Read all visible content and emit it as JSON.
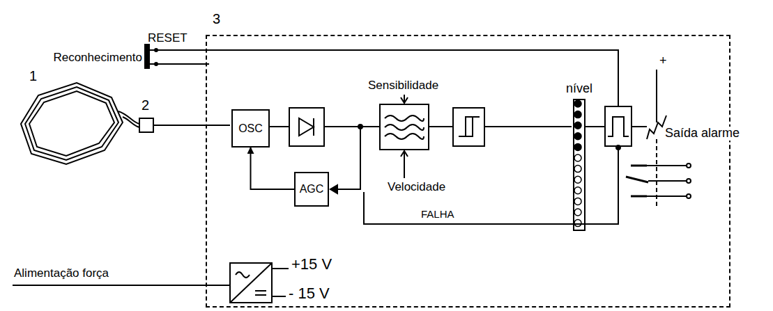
{
  "diagram": {
    "nodes": [
      {
        "text": [
          "3"
        ]
      },
      {
        "text": [
          "OSC"
        ],
        "in": 0
      },
      {
        "text": [
          "AGC"
        ],
        "in": 0
      },
      {
        "text": [
          "nível"
        ],
        "in": 0
      }
    ],
    "edges": [
      {
        "from": 2,
        "to": 1,
        "arrow": "to"
      }
    ],
    "labels": [
      "RESET",
      "Reconhecimento",
      "1",
      "2",
      "Sensibilidade",
      "Velocidade",
      "FALHA",
      "Alimentação força",
      "+15 V",
      "- 15 V",
      "+",
      "Saída alarme"
    ]
  }
}
